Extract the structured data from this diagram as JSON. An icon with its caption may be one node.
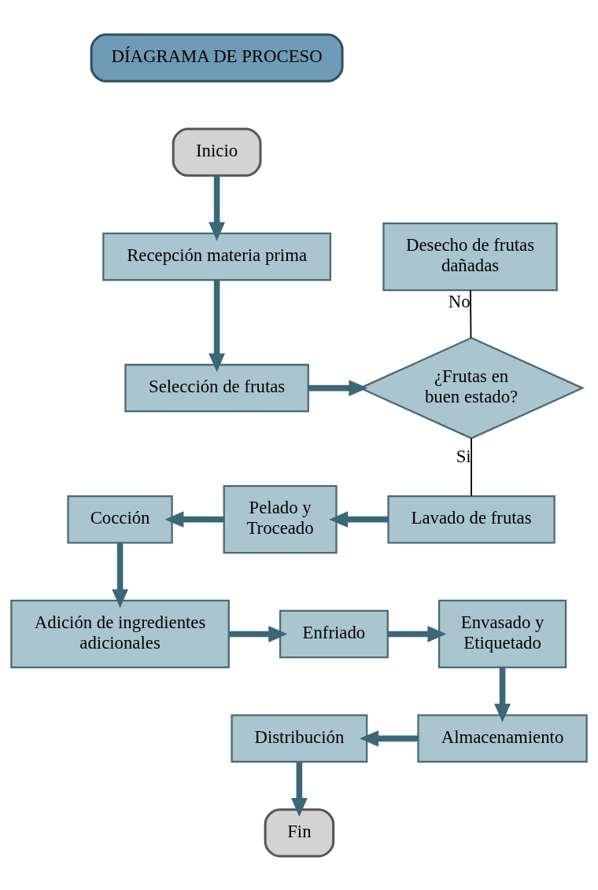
{
  "diagram": {
    "nodes": [
      {
        "text": [
          "DÍAGRAMA DE PROCESO"
        ]
      },
      {
        "text": [
          "Inicio"
        ]
      },
      {
        "text": [
          "Recepción materia prima"
        ]
      },
      {
        "text": [
          "Desecho de frutas dañadas"
        ]
      },
      {
        "text": [
          "Selección de frutas"
        ]
      },
      {
        "text": [
          "¿Frutas en buen estado?"
        ]
      },
      {
        "text": [
          "Cocción"
        ]
      },
      {
        "text": [
          "Pelado y Troceado"
        ]
      },
      {
        "text": [
          "Lavado de frutas"
        ]
      },
      {
        "text": [
          "Adición de ingredientes adicionales"
        ]
      },
      {
        "text": [
          "Enfriado"
        ]
      },
      {
        "text": [
          "Envasado y Etiquetado"
        ]
      },
      {
        "text": [
          "Distribución"
        ]
      },
      {
        "text": [
          "Almacenamiento"
        ]
      },
      {
        "text": [
          "Fin"
        ]
      }
    ],
    "edges": [
      {
        "from": 1,
        "to": 2,
        "arrow": "to"
      },
      {
        "from": 2,
        "to": 4,
        "arrow": "to"
      },
      {
        "from": 4,
        "to": 5,
        "arrow": "to"
      },
      {
        "from": 5,
        "to": 3,
        "arrow": "none",
        "label": "No",
        "color": "#000000"
      },
      {
        "from": 5,
        "to": 8,
        "arrow": "none",
        "label": "Si",
        "color": "#000000"
      },
      {
        "from": 8,
        "to": 7,
        "arrow": "to"
      },
      {
        "from": 7,
        "to": 6,
        "arrow": "to"
      },
      {
        "from": 6,
        "to": 9,
        "arrow": "to"
      },
      {
        "from": 9,
        "to": 10,
        "arrow": "to"
      },
      {
        "from": 10,
        "to": 11,
        "arrow": "to"
      },
      {
        "from": 11,
        "to": 13,
        "arrow": "to"
      },
      {
        "from": 13,
        "to": 12,
        "arrow": "to"
      },
      {
        "from": 12,
        "to": 14,
        "arrow": "to"
      }
    ]
  }
}
